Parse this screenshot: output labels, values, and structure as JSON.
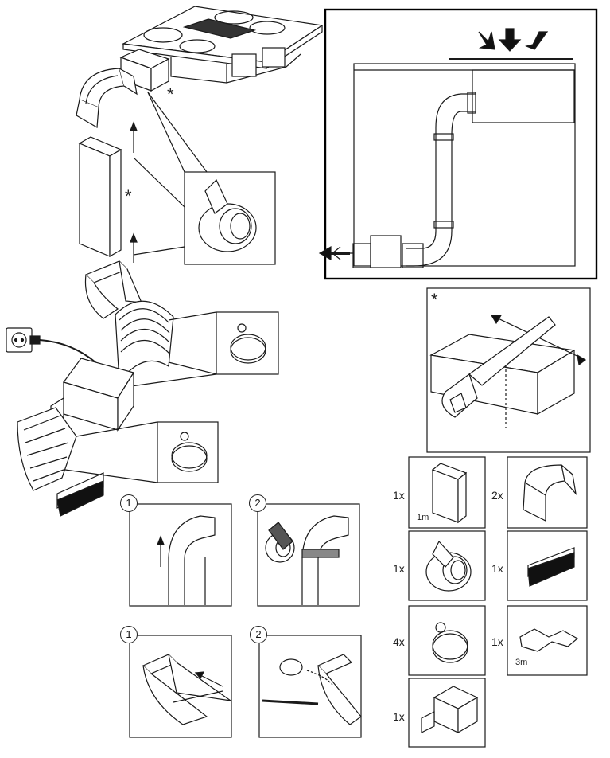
{
  "markers": {
    "star": "*"
  },
  "steps": {
    "s1": "1",
    "s2": "2"
  },
  "parts": [
    {
      "qty": "1x",
      "size": "1m",
      "icon": "straight-duct-icon"
    },
    {
      "qty": "2x",
      "icon": "elbow-duct-icon"
    },
    {
      "qty": "1x",
      "icon": "tape-roll-icon"
    },
    {
      "qty": "1x",
      "icon": "grille-icon"
    },
    {
      "qty": "4x",
      "icon": "hose-clamp-icon"
    },
    {
      "qty": "1x",
      "size": "3m",
      "icon": "flexible-hose-icon"
    },
    {
      "qty": "1x",
      "icon": "fan-box-icon"
    }
  ],
  "colors": {
    "line": "#1a1a1a",
    "frame": "#000000",
    "tape_grey": "#555555",
    "grille": "#111111"
  }
}
